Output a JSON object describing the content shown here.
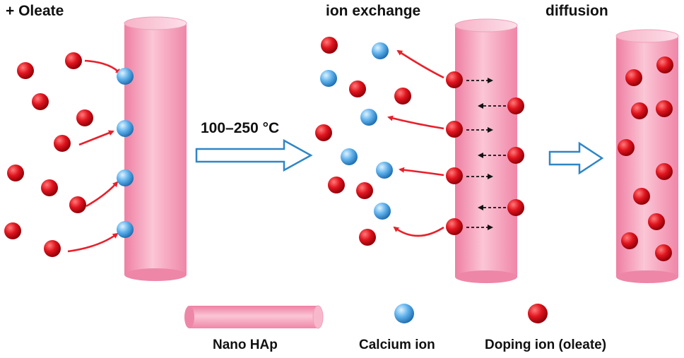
{
  "labels": {
    "oleate": "+ Oleate",
    "temperature": "100–250 °C",
    "ion_exchange": "ion exchange",
    "diffusion": "diffusion"
  },
  "legend": {
    "nano_hap": "Nano HAp",
    "calcium_ion": "Calcium ion",
    "doping_ion": "Doping ion (oleate)"
  },
  "colors": {
    "rod": "#f6a9c1",
    "doping_ion": "#e0141e",
    "calcium_ion": "#3f9fe0",
    "arrow_red": "#e8202a",
    "hollow_arrow": "#2f86c6"
  }
}
